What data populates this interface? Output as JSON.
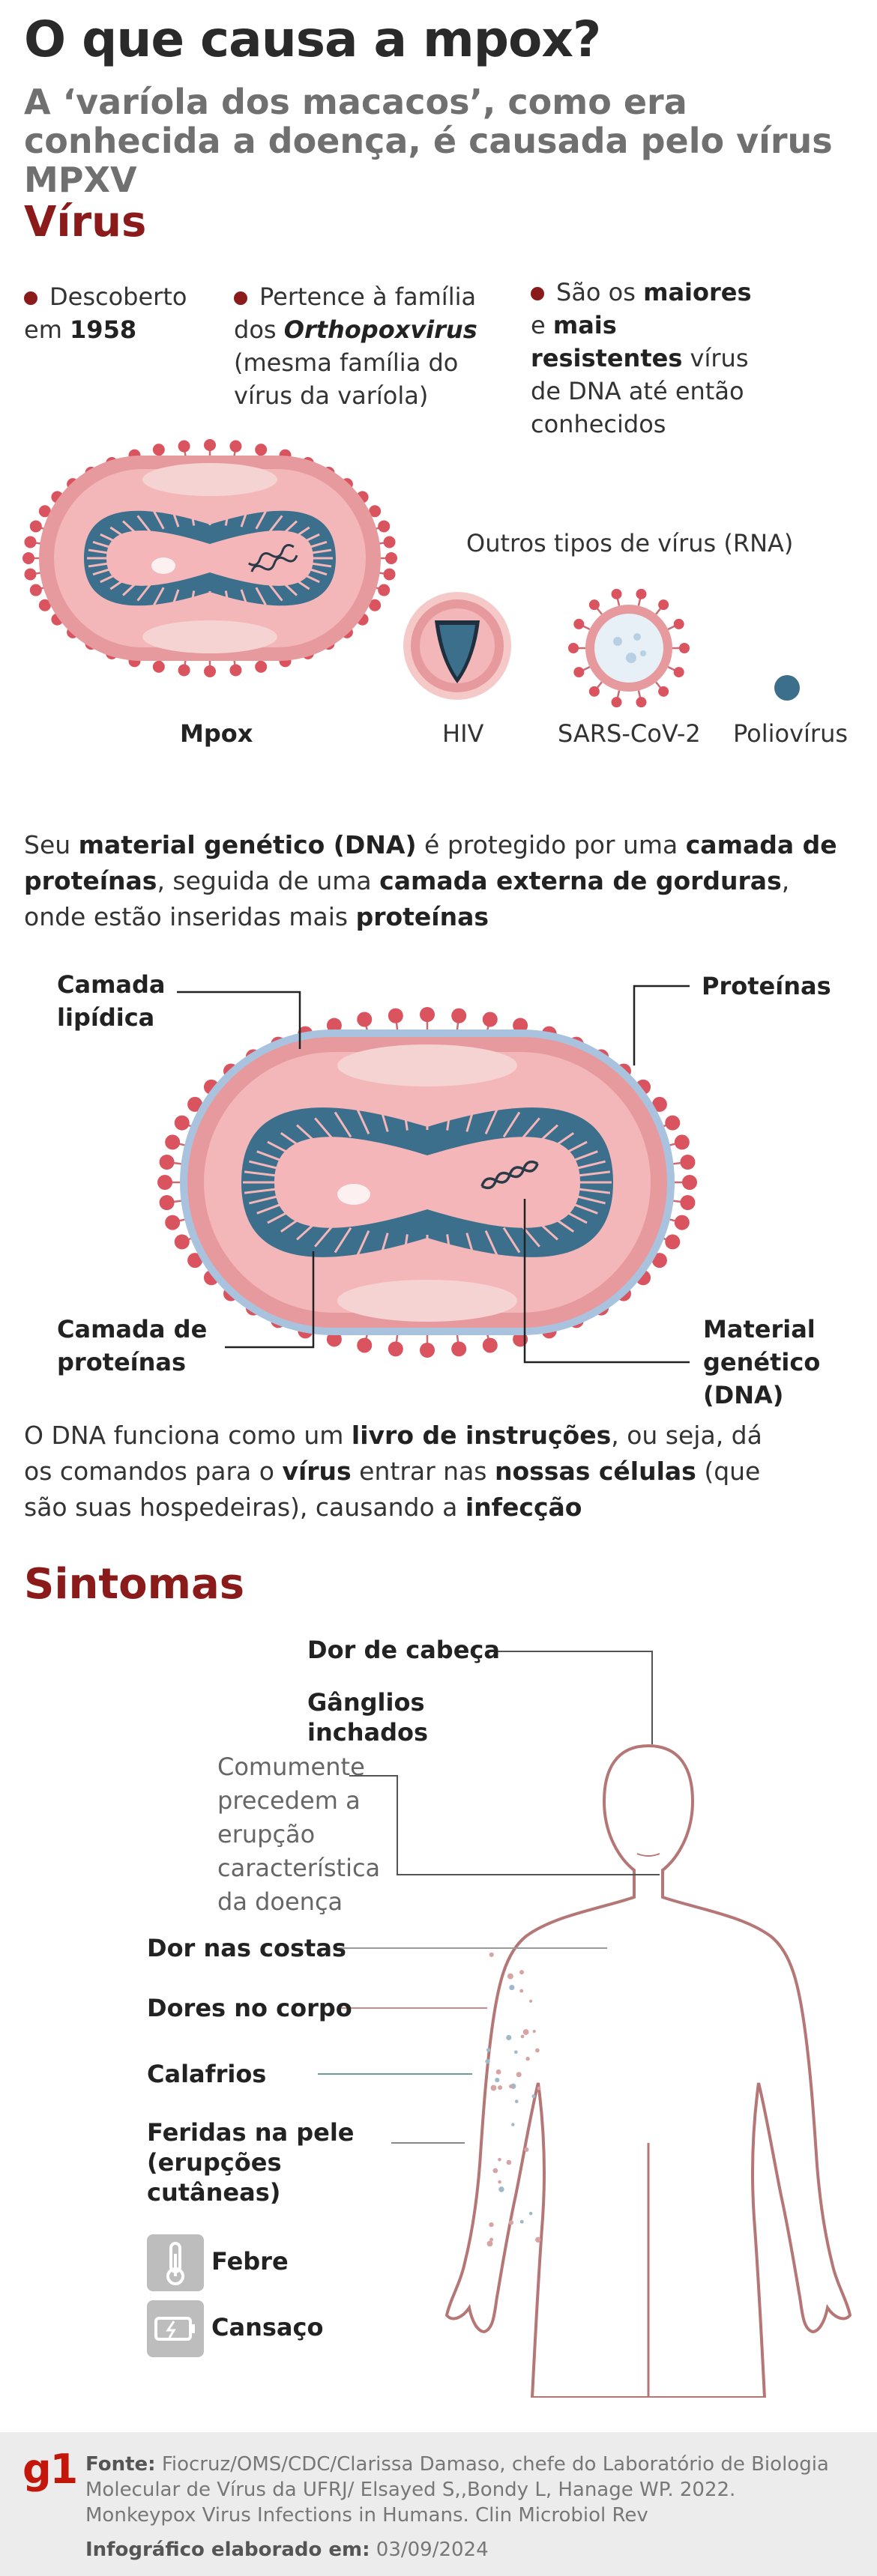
{
  "header": {
    "title": "O que causa a mpox?",
    "subtitle": "A ‘varíola dos macacos’, como era conhecida a doença, é causada pelo vírus MPXV"
  },
  "virus_section": {
    "heading": "Vírus",
    "bullets": [
      {
        "pre": "Descoberto em ",
        "bold": "1958",
        "post": ""
      },
      {
        "pre": "Pertence à família dos ",
        "bold": "Orthopoxvirus",
        "post": " (mesma família do vírus da varíola)"
      },
      {
        "pre": "São os ",
        "bold": "maiores",
        "post": " e ",
        "bold2": "mais resistentes",
        "post2": " vírus de DNA até então conhecidos"
      }
    ],
    "mpox_label": "Mpox",
    "other_types_label": "Outros tipos de vírus (RNA)",
    "other_viruses": [
      "HIV",
      "SARS-CoV-2",
      "Poliovírus"
    ]
  },
  "structure": {
    "intro": {
      "p1": "Seu ",
      "b1": "material genético (DNA)",
      "p2": " é protegido por uma ",
      "b2": "camada de proteínas",
      "p3": ", seguida de uma ",
      "b3": "camada externa de gorduras",
      "p4": ", onde estão inseridas mais ",
      "b4": "proteínas"
    },
    "labels": {
      "lipid": "Camada lipídica",
      "proteins": "Proteínas",
      "protein_layer": "Camada de proteínas",
      "genetic": "Material genético (DNA)"
    },
    "outro": {
      "p1": "O DNA funciona como um ",
      "b1": "livro de instruções",
      "p2": ", ou seja, dá os comandos para o ",
      "b2": "vírus",
      "p3": " entrar nas ",
      "b3": "nossas células",
      "p4": " (que são suas hospedeiras), causando a ",
      "b4": "infecção"
    }
  },
  "symptoms": {
    "heading": "Sintomas",
    "headache": "Dor de cabeça",
    "ganglia": "Gânglios inchados",
    "ganglia_note": "Comumente precedem a erupção característica da doença",
    "back_pain": "Dor nas costas",
    "body_pain": "Dores no corpo",
    "chills": "Calafrios",
    "skin": "Feridas na pele (erupções cutâneas)",
    "fever": "Febre",
    "fatigue": "Cansaço"
  },
  "footer": {
    "logo": "g1",
    "source_label": "Fonte:",
    "source_text": "Fiocruz/OMS/CDC/Clarissa Damaso, chefe do Laboratório de Biologia Molecular de Vírus da UFRJ/ Elsayed S,,Bondy L, Hanage WP. 2022. Monkeypox Virus Infections in Humans. Clin Microbiol Rev",
    "date_label": "Infográfico elaborado em:",
    "date": "03/09/2024"
  },
  "colors": {
    "accent": "#8b1a1a",
    "virus_pink": "#e79a9e",
    "virus_light": "#f6c9c9",
    "virus_teal": "#3b6f8c",
    "lipid_blue": "#a9c3df",
    "spike": "#d9545f"
  }
}
